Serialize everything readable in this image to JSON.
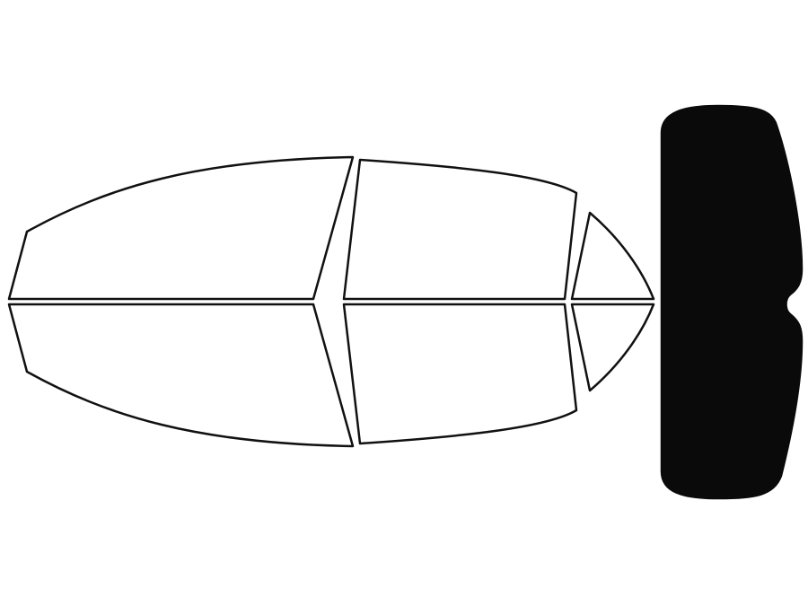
{
  "colors": {
    "background": "#ffffff",
    "outline": "#111111",
    "tint_fill": "#0a0a0a",
    "clear_fill": "#ffffff"
  },
  "windows": [
    {
      "id": "front-door-upper",
      "tinted": false
    },
    {
      "id": "rear-door-upper",
      "tinted": false
    },
    {
      "id": "quarter-upper",
      "tinted": false
    },
    {
      "id": "front-door-lower",
      "tinted": false
    },
    {
      "id": "rear-door-lower",
      "tinted": false
    },
    {
      "id": "quarter-lower",
      "tinted": false
    },
    {
      "id": "rear-windshield",
      "tinted": true
    }
  ]
}
